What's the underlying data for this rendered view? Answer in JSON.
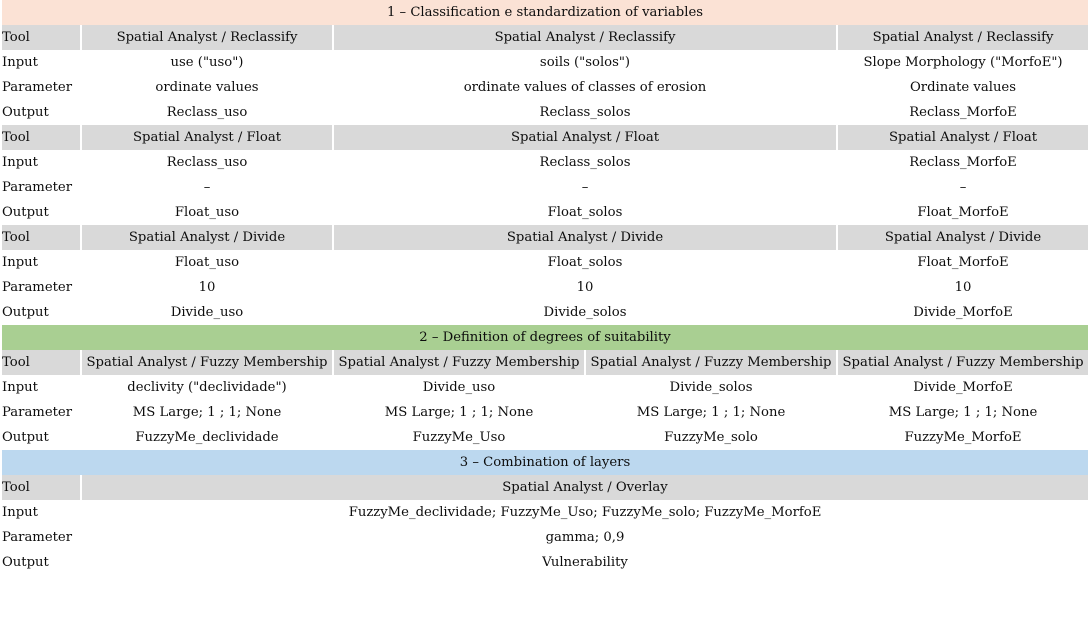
{
  "document": {
    "type": "methodology-table",
    "row_labels": {
      "tool": "Tool",
      "input": "Input",
      "parameter": "Parameter",
      "output": "Output"
    },
    "colors": {
      "band_1": "#fbe2d5",
      "band_2": "#a9cf92",
      "band_3": "#bcd8ef",
      "tool_row": "#d9d9d9",
      "text": "#0d0d0d",
      "background": "#ffffff"
    }
  },
  "sections": [
    {
      "id": "section-1",
      "banner": "1 – Classification e standardization of variables",
      "banner_color": "#fbe2d5",
      "blocks": [
        {
          "id": "reclassify",
          "tool_label": "Tool",
          "tools": [
            "Spatial Analyst / Reclassify",
            "Spatial Analyst / Reclassify",
            "Spatial Analyst / Reclassify"
          ],
          "input_label": "Input",
          "inputs": [
            "use (\"uso\")",
            "soils (\"solos\")",
            "Slope Morphology (\"MorfoE\")"
          ],
          "parameter_label": "Parameter",
          "parameters": [
            "ordinate values",
            "ordinate values of classes of erosion",
            "Ordinate values"
          ],
          "output_label": "Output",
          "outputs": [
            "Reclass_uso",
            "Reclass_solos",
            "Reclass_MorfoE"
          ]
        },
        {
          "id": "float",
          "tool_label": "Tool",
          "tools": [
            "Spatial Analyst / Float",
            "Spatial Analyst / Float",
            "Spatial Analyst / Float"
          ],
          "input_label": "Input",
          "inputs": [
            "Reclass_uso",
            "Reclass_solos",
            "Reclass_MorfoE"
          ],
          "parameter_label": "Parameter",
          "parameters": [
            "–",
            "–",
            "–"
          ],
          "output_label": "Output",
          "outputs": [
            "Float_uso",
            "Float_solos",
            "Float_MorfoE"
          ]
        },
        {
          "id": "divide",
          "tool_label": "Tool",
          "tools": [
            "Spatial Analyst / Divide",
            "Spatial Analyst / Divide",
            "Spatial Analyst / Divide"
          ],
          "input_label": "Input",
          "inputs": [
            "Float_uso",
            "Float_solos",
            "Float_MorfoE"
          ],
          "parameter_label": "Parameter",
          "parameters": [
            "10",
            "10",
            "10"
          ],
          "output_label": "Output",
          "outputs": [
            "Divide_uso",
            "Divide_solos",
            "Divide_MorfoE"
          ]
        }
      ]
    },
    {
      "id": "section-2",
      "banner": "2 – Definition of degrees of suitability",
      "banner_color": "#a9cf92",
      "blocks": [
        {
          "id": "fuzzy-membership",
          "tool_label": "Tool",
          "tools": [
            "Spatial Analyst / Fuzzy Membership",
            "Spatial Analyst / Fuzzy Membership",
            "Spatial Analyst / Fuzzy Membership",
            "Spatial Analyst / Fuzzy Membership"
          ],
          "input_label": "Input",
          "inputs": [
            "declivity (\"declividade\")",
            "Divide_uso",
            "Divide_solos",
            "Divide_MorfoE"
          ],
          "parameter_label": "Parameter",
          "parameters": [
            "MS Large; 1 ; 1; None",
            "MS Large; 1 ; 1; None",
            "MS Large; 1 ; 1; None",
            "MS Large; 1 ; 1; None"
          ],
          "output_label": "Output",
          "outputs": [
            "FuzzyMe_declividade",
            "FuzzyMe_Uso",
            "FuzzyMe_solo",
            "FuzzyMe_MorfoE"
          ]
        }
      ]
    },
    {
      "id": "section-3",
      "banner": "3 – Combination of layers",
      "banner_color": "#bcd8ef",
      "blocks": [
        {
          "id": "overlay",
          "tool_label": "Tool",
          "tools": [
            "Spatial Analyst / Overlay"
          ],
          "input_label": "Input",
          "inputs": [
            "FuzzyMe_declividade; FuzzyMe_Uso; FuzzyMe_solo; FuzzyMe_MorfoE"
          ],
          "parameter_label": "Parameter",
          "parameters": [
            "gamma; 0,9"
          ],
          "output_label": "Output",
          "outputs": [
            "Vulnerability"
          ]
        }
      ]
    }
  ]
}
